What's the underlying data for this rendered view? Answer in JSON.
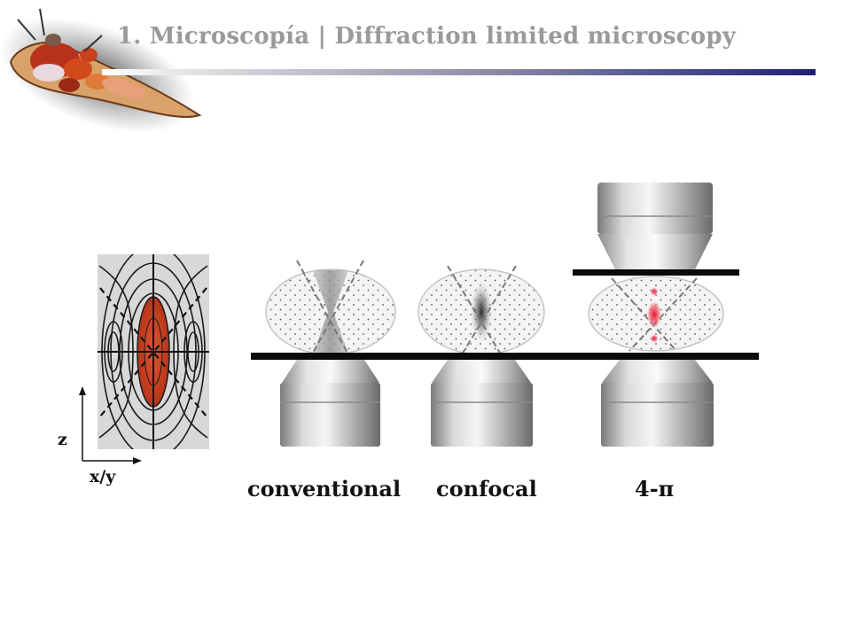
{
  "header": {
    "title": "1.  Microscopía |  Diffraction limited microscopy"
  },
  "axes": {
    "z_label": "z",
    "xy_label": "x/y"
  },
  "captions": {
    "conventional": "conventional",
    "confocal": "confocal",
    "four_pi": "4-π"
  },
  "colors": {
    "title_text": "#9a9a9a",
    "rule_end": "#1f1f7a",
    "psf_red": "#c8401e",
    "spot_red": "#e8122a"
  }
}
